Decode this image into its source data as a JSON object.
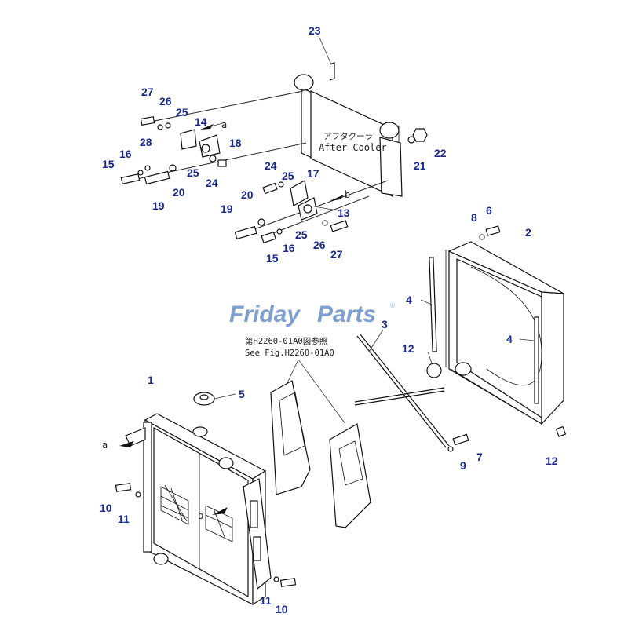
{
  "watermark": {
    "brand_a": "Friday",
    "brand_b": "Parts",
    "reg": "®"
  },
  "after_cooler": {
    "label_jp": "アフタクーラ",
    "label_en": "After Cooler"
  },
  "reference_note": {
    "line1": "第H2260-01A0図参照",
    "line2": "See Fig.H2260-01A0"
  },
  "connection_markers": {
    "a": "a",
    "b": "b"
  },
  "part_labels": {
    "p1": "1",
    "p2": "2",
    "p3": "3",
    "p4a": "4",
    "p4b": "4",
    "p5": "5",
    "p6": "6",
    "p7": "7",
    "p8": "8",
    "p9": "9",
    "p10a": "10",
    "p10b": "10",
    "p11a": "11",
    "p11b": "11",
    "p12a": "12",
    "p12b": "12",
    "p13": "13",
    "p14": "14",
    "p15a": "15",
    "p15b": "15",
    "p16a": "16",
    "p16b": "16",
    "p17": "17",
    "p18": "18",
    "p19a": "19",
    "p19b": "19",
    "p20a": "20",
    "p20b": "20",
    "p21": "21",
    "p22": "22",
    "p23": "23",
    "p24a": "24",
    "p24b": "24",
    "p25a": "25",
    "p25b": "25",
    "p25c": "25",
    "p26a": "26",
    "p26b": "26",
    "p27a": "27",
    "p27b": "27",
    "p28": "28"
  },
  "colors": {
    "label": "#1a2a8c",
    "watermark": "#7f9fd0",
    "line": "#111111"
  }
}
